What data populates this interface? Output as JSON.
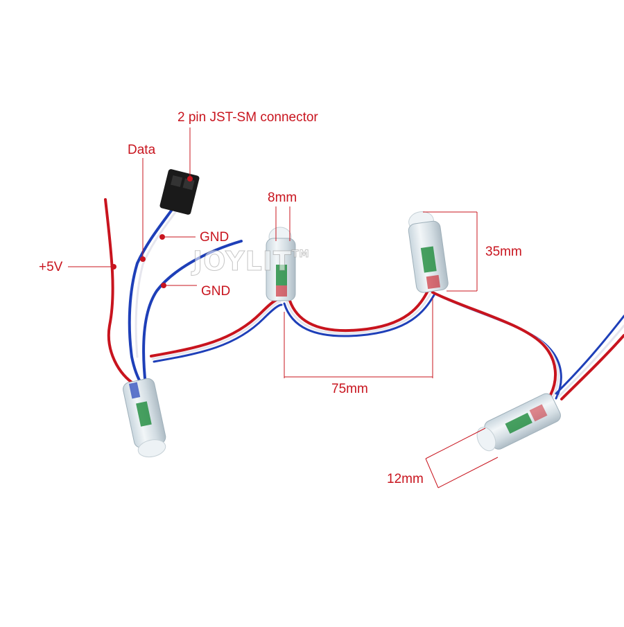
{
  "labels": {
    "connector": "2 pin JST-SM connector",
    "data": "Data",
    "gnd_top": "GND",
    "gnd_bottom": "GND",
    "plus5v": "+5V",
    "width_8mm": "8mm",
    "height_35mm": "35mm",
    "spacing_75mm": "75mm",
    "diameter_12mm": "12mm"
  },
  "watermark": {
    "text": "JOYLIT",
    "tm": "TM"
  },
  "colors": {
    "annotation": "#c8141e",
    "red_wire": "#c8141e",
    "blue_wire": "#1e3fb8",
    "white_wire": "#e6e6ee",
    "connector_black": "#1a1a1a",
    "pcb_green": "#1c8a3a"
  }
}
